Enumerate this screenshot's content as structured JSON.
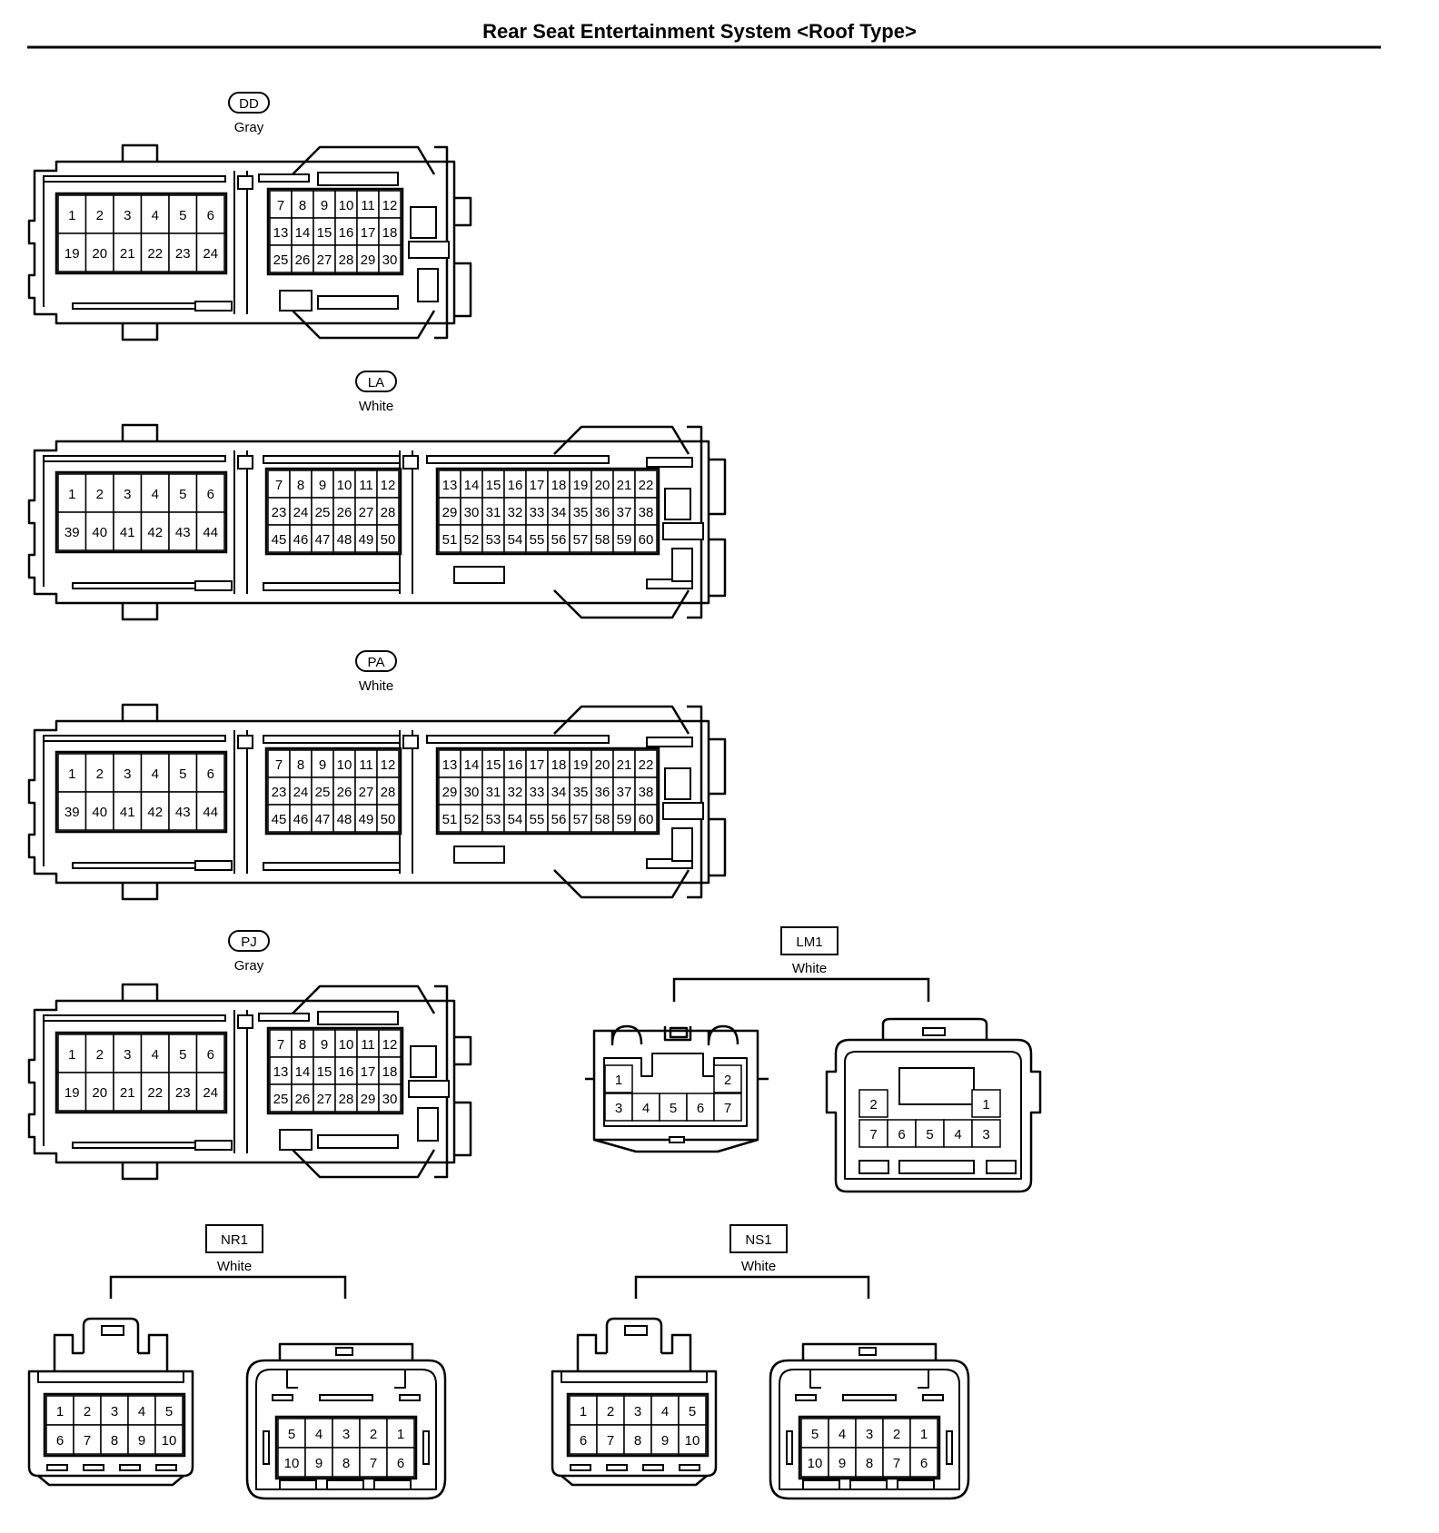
{
  "title": "Rear Seat Entertainment System <Roof Type>",
  "connectors": {
    "DD": {
      "code": "DD",
      "color": "Gray",
      "small_block": [
        [
          "1",
          "2",
          "3",
          "4",
          "5",
          "6"
        ],
        [
          "19",
          "20",
          "21",
          "22",
          "23",
          "24"
        ]
      ],
      "large_block": [
        [
          "7",
          "8",
          "9",
          "10",
          "11",
          "12"
        ],
        [
          "13",
          "14",
          "15",
          "16",
          "17",
          "18"
        ],
        [
          "25",
          "26",
          "27",
          "28",
          "29",
          "30"
        ]
      ]
    },
    "LA": {
      "code": "LA",
      "color": "White",
      "small_block": [
        [
          "1",
          "2",
          "3",
          "4",
          "5",
          "6"
        ],
        [
          "39",
          "40",
          "41",
          "42",
          "43",
          "44"
        ]
      ],
      "mid_block": [
        [
          "7",
          "8",
          "9",
          "10",
          "11",
          "12"
        ],
        [
          "23",
          "24",
          "25",
          "26",
          "27",
          "28"
        ],
        [
          "45",
          "46",
          "47",
          "48",
          "49",
          "50"
        ]
      ],
      "large_block": [
        [
          "13",
          "14",
          "15",
          "16",
          "17",
          "18",
          "19",
          "20",
          "21",
          "22"
        ],
        [
          "29",
          "30",
          "31",
          "32",
          "33",
          "34",
          "35",
          "36",
          "37",
          "38"
        ],
        [
          "51",
          "52",
          "53",
          "54",
          "55",
          "56",
          "57",
          "58",
          "59",
          "60"
        ]
      ]
    },
    "PA": {
      "code": "PA",
      "color": "White",
      "small_block": [
        [
          "1",
          "2",
          "3",
          "4",
          "5",
          "6"
        ],
        [
          "39",
          "40",
          "41",
          "42",
          "43",
          "44"
        ]
      ],
      "mid_block": [
        [
          "7",
          "8",
          "9",
          "10",
          "11",
          "12"
        ],
        [
          "23",
          "24",
          "25",
          "26",
          "27",
          "28"
        ],
        [
          "45",
          "46",
          "47",
          "48",
          "49",
          "50"
        ]
      ],
      "large_block": [
        [
          "13",
          "14",
          "15",
          "16",
          "17",
          "18",
          "19",
          "20",
          "21",
          "22"
        ],
        [
          "29",
          "30",
          "31",
          "32",
          "33",
          "34",
          "35",
          "36",
          "37",
          "38"
        ],
        [
          "51",
          "52",
          "53",
          "54",
          "55",
          "56",
          "57",
          "58",
          "59",
          "60"
        ]
      ]
    },
    "PJ": {
      "code": "PJ",
      "color": "Gray",
      "small_block": [
        [
          "1",
          "2",
          "3",
          "4",
          "5",
          "6"
        ],
        [
          "19",
          "20",
          "21",
          "22",
          "23",
          "24"
        ]
      ],
      "large_block": [
        [
          "7",
          "8",
          "9",
          "10",
          "11",
          "12"
        ],
        [
          "13",
          "14",
          "15",
          "16",
          "17",
          "18"
        ],
        [
          "25",
          "26",
          "27",
          "28",
          "29",
          "30"
        ]
      ]
    },
    "LM1": {
      "code": "LM1",
      "color": "White",
      "male": {
        "top": [
          "1",
          "2"
        ],
        "bottom": [
          "3",
          "4",
          "5",
          "6",
          "7"
        ]
      },
      "female": {
        "top": [
          "2",
          "1"
        ],
        "bottom": [
          "7",
          "6",
          "5",
          "4",
          "3"
        ]
      }
    },
    "NR1": {
      "code": "NR1",
      "color": "White",
      "male": [
        [
          "1",
          "2",
          "3",
          "4",
          "5"
        ],
        [
          "6",
          "7",
          "8",
          "9",
          "10"
        ]
      ],
      "female": [
        [
          "5",
          "4",
          "3",
          "2",
          "1"
        ],
        [
          "10",
          "9",
          "8",
          "7",
          "6"
        ]
      ]
    },
    "NS1": {
      "code": "NS1",
      "color": "White",
      "male": [
        [
          "1",
          "2",
          "3",
          "4",
          "5"
        ],
        [
          "6",
          "7",
          "8",
          "9",
          "10"
        ]
      ],
      "female": [
        [
          "5",
          "4",
          "3",
          "2",
          "1"
        ],
        [
          "10",
          "9",
          "8",
          "7",
          "6"
        ]
      ]
    }
  }
}
